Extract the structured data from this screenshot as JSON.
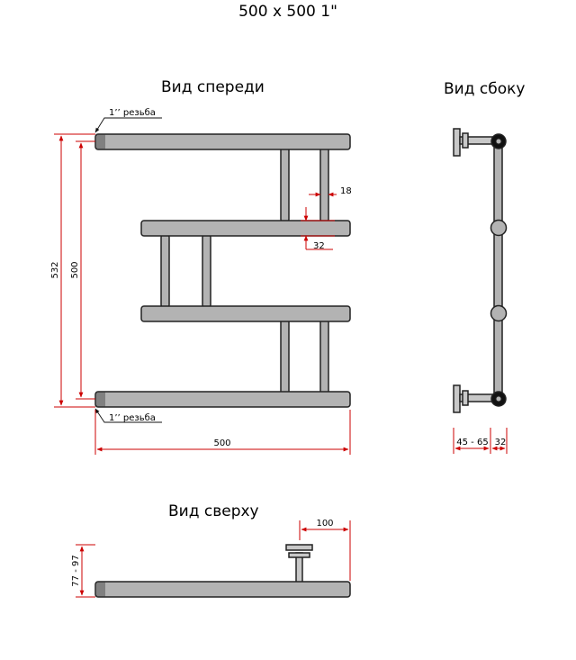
{
  "title": "500 x 500 1\"",
  "views": {
    "front": "Вид спереди",
    "side": "Вид сбоку",
    "top": "Вид сверху"
  },
  "thread_label": "1’’ резьба",
  "dimensions": {
    "height_outer": "532",
    "height_inner": "500",
    "width": "500",
    "rung_gap": "18",
    "pipe_diameter": "32",
    "wall_offset": "45 - 65",
    "side_pipe": "32",
    "bracket_distance": "100",
    "top_depth": "77 - 97"
  },
  "colors": {
    "pipe_fill": "#b3b3b3",
    "outline": "#222222",
    "dimension_line": "#cc0000"
  }
}
